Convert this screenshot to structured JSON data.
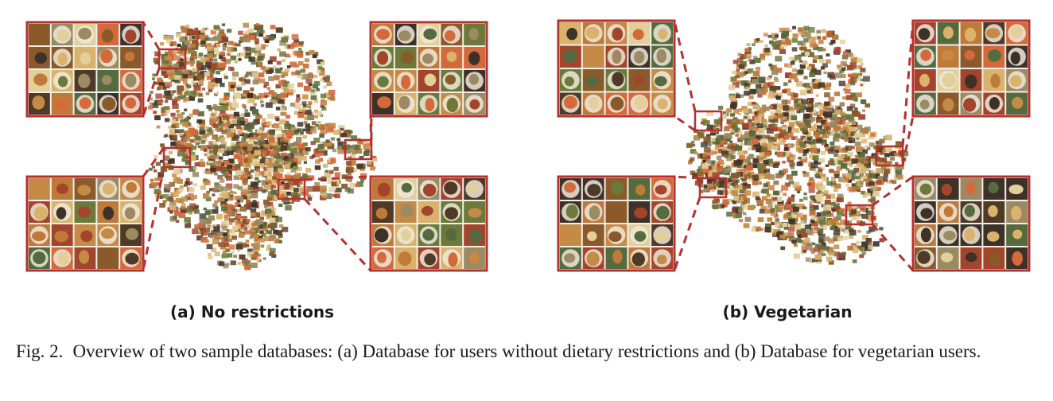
{
  "figure": {
    "label": "Fig. 2.",
    "caption": "Overview of two sample databases: (a) Database for users without dietary restrictions and (b) Database for vegetarian users."
  },
  "panels": [
    {
      "id": "a",
      "subcaption": "(a) No restrictions",
      "cluster_description": "t-SNE style cloud of food photo thumbnails with four zoomed insets",
      "zoom_insets": 4
    },
    {
      "id": "b",
      "subcaption": "(b) Vegetarian",
      "cluster_description": "t-SNE style cloud of vegetarian food photo thumbnails with four zoomed insets",
      "zoom_insets": 4
    }
  ],
  "colors": {
    "highlight": "#b5302f",
    "thumb_palette": [
      "#8a5a2b",
      "#c58a45",
      "#6b7a3a",
      "#d9b36c",
      "#4e3a26",
      "#a3452c",
      "#e2cf9a",
      "#556b3f",
      "#bf7a3a",
      "#3e3228",
      "#9c8a63",
      "#d46a3c"
    ]
  }
}
